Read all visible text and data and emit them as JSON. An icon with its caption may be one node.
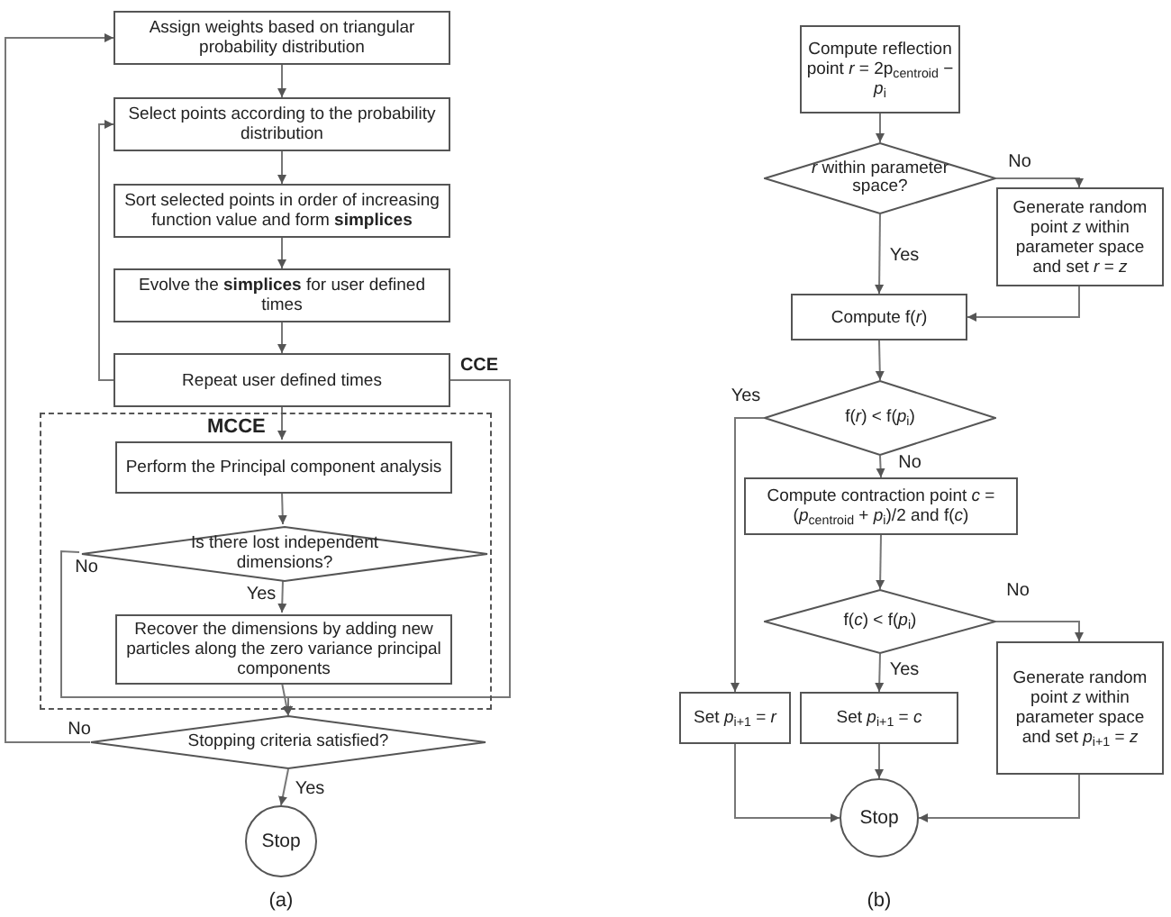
{
  "diagram": {
    "nodes": [
      {
        "text": [
          "Assign weights based on triangular probability distribution"
        ]
      },
      {
        "text": [
          "Select points according to the probability distribution"
        ]
      },
      {
        "text": [
          "Sort selected points in order of increasing function value and form **simplices**"
        ]
      },
      {
        "text": [
          "Evolve the **simplices** for user defined times"
        ]
      },
      {
        "text": [
          "Repeat user defined times"
        ]
      },
      {
        "text": [
          "MCCE"
        ]
      },
      {
        "text": [
          "Perform the Principal component analysis"
        ],
        "in": 5
      },
      {
        "text": [
          "Is there lost independent dimensions?"
        ],
        "in": 5
      },
      {
        "text": [
          "Recover the dimensions by adding new particles along the zero variance principal components"
        ],
        "in": 5
      },
      {
        "text": [
          "Stopping criteria satisfied?"
        ]
      },
      {
        "text": [
          "Stop"
        ]
      },
      {
        "text": [
          "Compute reflection point *r* = 2p$_{centroid}$ − *p*$_{i}$"
        ]
      },
      {
        "text": [
          "*r* within parameter space?"
        ]
      },
      {
        "text": [
          "Generate random point *z* within parameter space and set *r* = *z*"
        ]
      },
      {
        "text": [
          "Compute f(*r*)"
        ]
      },
      {
        "text": [
          "f(*r*) < f(*p*$_{i}$)"
        ]
      },
      {
        "text": [
          "Compute contraction point *c* = (*p*$_{centroid}$ + *p*$_{i}$)/2 and f(*c*)"
        ]
      },
      {
        "text": [
          "f(*c*) < f(*p*$_{i}$)"
        ]
      },
      {
        "text": [
          "Set *p*$_{i+1}$ = *r*"
        ]
      },
      {
        "text": [
          "Set *p*$_{i+1}$ = *c*"
        ]
      },
      {
        "text": [
          "Generate random point *z* within parameter space and set *p*$_{i+1}$ = *z*"
        ]
      },
      {
        "text": [
          "Stop"
        ]
      }
    ],
    "edges": [
      {
        "from": 0,
        "to": 1,
        "arrow": "to"
      },
      {
        "from": 1,
        "to": 2,
        "arrow": "to"
      },
      {
        "from": 2,
        "to": 3,
        "arrow": "to"
      },
      {
        "from": 3,
        "to": 4,
        "arrow": "to"
      },
      {
        "from": 4,
        "to": 1,
        "arrow": "to"
      },
      {
        "from": 4,
        "to": 6,
        "arrow": "to"
      },
      {
        "from": 4,
        "to": 9,
        "arrow": "to",
        "label": "CCE"
      },
      {
        "from": 6,
        "to": 7,
        "arrow": "to"
      },
      {
        "from": 7,
        "to": 8,
        "arrow": "to",
        "label": "Yes"
      },
      {
        "from": 7,
        "to": 9,
        "arrow": "to",
        "label": "No"
      },
      {
        "from": 8,
        "to": 9,
        "arrow": "to"
      },
      {
        "from": 9,
        "to": 0,
        "arrow": "to",
        "label": "No"
      },
      {
        "from": 9,
        "to": 10,
        "arrow": "to",
        "label": "Yes"
      },
      {
        "from": 11,
        "to": 12,
        "arrow": "to"
      },
      {
        "from": 12,
        "to": 13,
        "arrow": "to",
        "label": "No"
      },
      {
        "from": 12,
        "to": 14,
        "arrow": "to",
        "label": "Yes"
      },
      {
        "from": 13,
        "to": 14,
        "arrow": "to"
      },
      {
        "from": 14,
        "to": 15,
        "arrow": "to"
      },
      {
        "from": 15,
        "to": 18,
        "arrow": "to",
        "label": "Yes"
      },
      {
        "from": 15,
        "to": 16,
        "arrow": "to",
        "label": "No"
      },
      {
        "from": 16,
        "to": 17,
        "arrow": "to"
      },
      {
        "from": 17,
        "to": 19,
        "arrow": "to",
        "label": "Yes"
      },
      {
        "from": 17,
        "to": 20,
        "arrow": "to",
        "label": "No"
      },
      {
        "from": 18,
        "to": 21,
        "arrow": "to"
      },
      {
        "from": 19,
        "to": 21,
        "arrow": "to"
      },
      {
        "from": 20,
        "to": 21,
        "arrow": "to"
      }
    ],
    "labels": [
      "(a)",
      "(b)"
    ]
  }
}
